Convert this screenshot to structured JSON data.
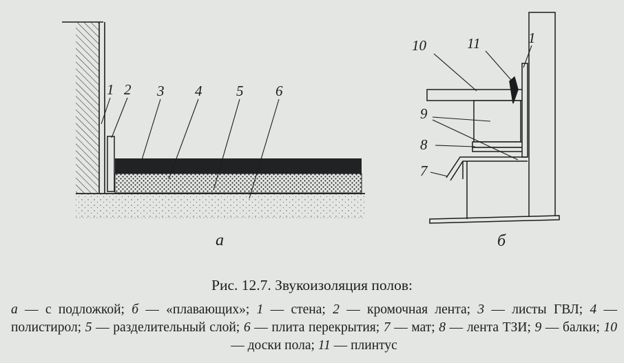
{
  "figure_labels": {
    "a": {
      "parts": [
        "1",
        "2",
        "3",
        "4",
        "5",
        "6"
      ],
      "sublabel": "а"
    },
    "b": {
      "parts": [
        "10",
        "11",
        "1",
        "9",
        "8",
        "7"
      ],
      "sublabel": "б"
    }
  },
  "caption": {
    "title": "Рис. 12.7. Звукоизоляция полов:",
    "legend": [
      {
        "key": "а",
        "text": "с подложкой;"
      },
      {
        "key": "б",
        "text": "«плавающих»;"
      },
      {
        "key": "1",
        "text": "стена;"
      },
      {
        "key": "2",
        "text": "кромочная лента;"
      },
      {
        "key": "3",
        "text": "листы ГВЛ;"
      },
      {
        "key": "4",
        "text": "полистирол;"
      },
      {
        "key": "5",
        "text": "разделительный слой;"
      },
      {
        "key": "6",
        "text": "плита перекрытия;"
      },
      {
        "key": "7",
        "text": "мат;"
      },
      {
        "key": "8",
        "text": "лента ТЗИ;"
      },
      {
        "key": "9",
        "text": "балки;"
      },
      {
        "key": "10",
        "text": "доски пола;"
      },
      {
        "key": "11",
        "text": "плинтус"
      }
    ],
    "separator": " — "
  },
  "colors": {
    "background": "#e4e6e3",
    "ink": "#1b1c1d",
    "gvl_sheet": "#202224",
    "slab_fill": "#d3d5d2"
  }
}
